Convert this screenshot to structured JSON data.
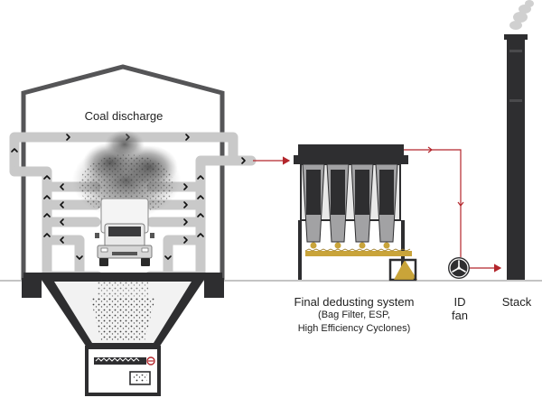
{
  "labels": {
    "coal_discharge": "Coal discharge",
    "final_dedusting_title": "Final dedusting system",
    "final_dedusting_line1": "(Bag Filter, ESP,",
    "final_dedusting_line2": "High Efficiency Cyclones)",
    "id_fan_line1": "ID",
    "id_fan_line2": "fan",
    "stack": "Stack"
  },
  "colors": {
    "structure_dark": "#2e2e30",
    "building_outline": "#555557",
    "duct_grey": "#c9c9c9",
    "airflow_arrow": "#111111",
    "flow_line_red": "#b3262c",
    "coal_dust": "#3a3a3a",
    "smoke": "#6b6b6b",
    "coal_gold": "#c9a43a",
    "hopper_grey": "#9a9a9c",
    "ground_line": "#8a8a8a"
  },
  "icons": [
    "truck-icon",
    "fan-icon",
    "smoke-plume-icon",
    "dust-cloud-icon",
    "conveyor-icon"
  ]
}
